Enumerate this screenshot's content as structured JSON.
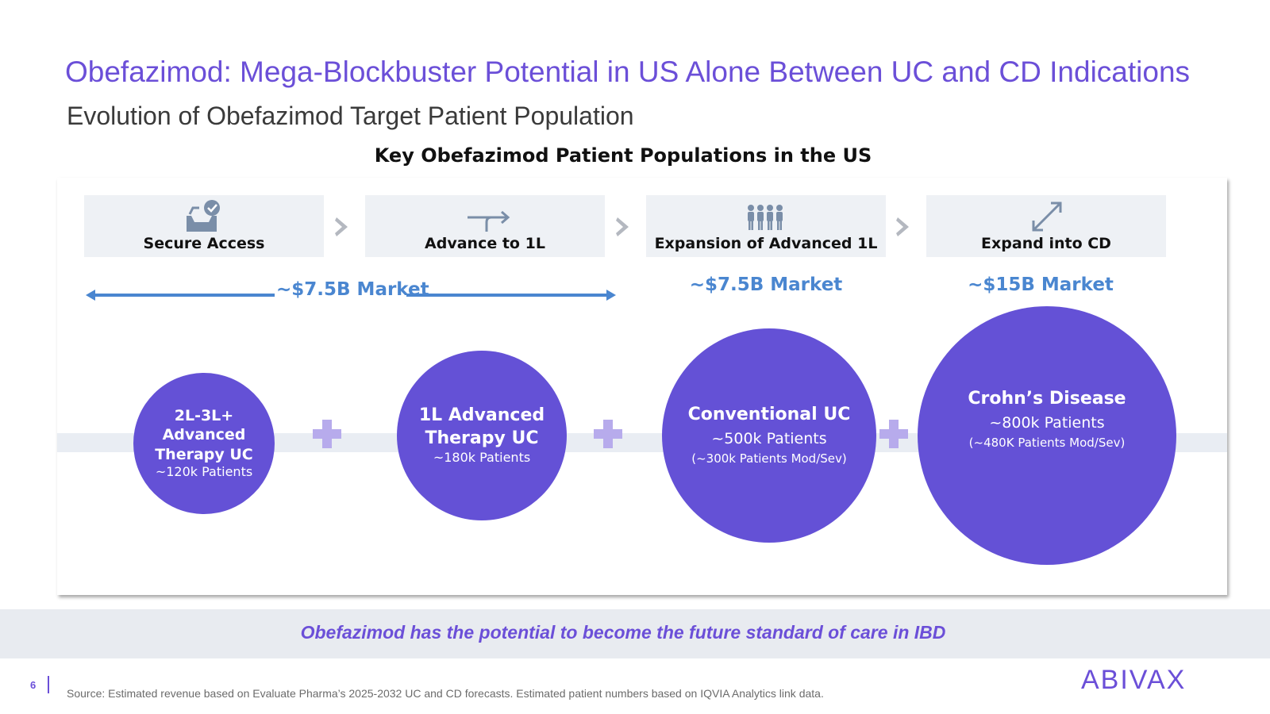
{
  "header": {
    "title": "Obefazimod: Mega-Blockbuster Potential in US Alone Between UC and CD Indications",
    "subtitle": "Evolution of Obefazimod Target Patient Population"
  },
  "section_heading": "Key Obefazimod Patient Populations in the US",
  "stages": [
    {
      "label": "Secure Access",
      "icon": "inbox-check-icon"
    },
    {
      "label": "Advance to 1L",
      "icon": "turn-arrow-icon"
    },
    {
      "label": "Expansion of Advanced 1L",
      "icon": "people-group-icon"
    },
    {
      "label": "Expand into CD",
      "icon": "expand-diagonal-icon"
    }
  ],
  "markets": [
    {
      "label": "~$7.5B Market",
      "span": "Secure Access to Advance to 1L"
    },
    {
      "label": "~$7.5B Market",
      "span": "Expansion of Advanced 1L"
    },
    {
      "label": "~$15B Market",
      "span": "Expand into CD"
    }
  ],
  "populations": [
    {
      "title": "2L-3L+ Advanced Therapy UC",
      "title_lines": [
        "2L-3L+",
        "Advanced",
        "Therapy UC"
      ],
      "patients": "~120k Patients",
      "detail": "",
      "patients_k": 120
    },
    {
      "title": "1L Advanced Therapy UC",
      "title_lines": [
        "1L Advanced",
        "Therapy UC"
      ],
      "patients": "~180k Patients",
      "detail": "",
      "patients_k": 180
    },
    {
      "title": "Conventional UC",
      "title_lines": [
        "Conventional UC"
      ],
      "patients": "~500k Patients",
      "detail": "(~300k Patients Mod/Sev)",
      "patients_k": 500
    },
    {
      "title": "Crohn’s Disease",
      "title_lines": [
        "Crohn’s Disease"
      ],
      "patients": "~800k Patients",
      "detail": "(~480K Patients Mod/Sev)",
      "patients_k": 800
    }
  ],
  "banner": "Obefazimod has the potential to become the future standard of care in IBD",
  "footer": {
    "page_number": "6",
    "source": "Source: Estimated revenue based on Evaluate Pharma’s 2025-2032 UC and CD forecasts. Estimated patient numbers based on IQVIA Analytics link data.",
    "logo": "ABIVAX"
  },
  "colors": {
    "brand_purple": "#6B4FD8",
    "circle_fill": "#6451D6",
    "market_blue": "#4A86D0",
    "plus_lavender": "#B7ABEC"
  }
}
